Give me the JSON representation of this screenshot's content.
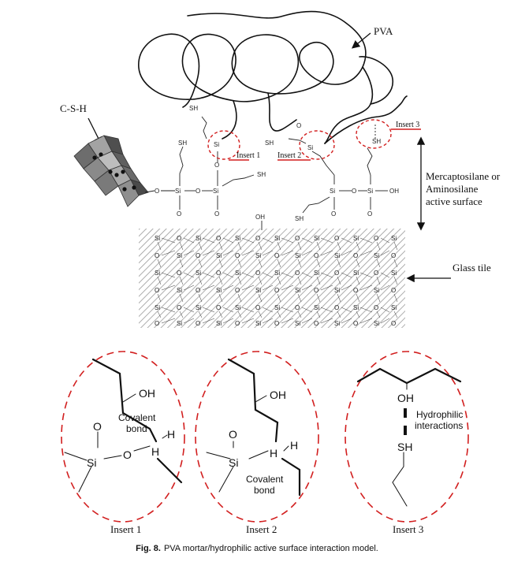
{
  "labels": {
    "pva": "PVA",
    "csh": "C-S-H",
    "insert1": "Insert 1",
    "insert2": "Insert 2",
    "insert3": "Insert 3",
    "active_surface_line1": "Mercaptosilane or",
    "active_surface_line2": "Aminosilane",
    "active_surface_line3": "active surface",
    "glass_tile": "Glass tile"
  },
  "chem": {
    "sh": "SH",
    "si": "Si",
    "o": "O",
    "oh": "OH",
    "h": "H"
  },
  "inserts": {
    "insert1": {
      "covalent_line1": "Covalent",
      "covalent_line2": "bond"
    },
    "insert2": {
      "covalent_line1": "Covalent",
      "covalent_line2": "bond"
    },
    "insert3": {
      "hydrophilic_line1": "Hydrophilic",
      "hydrophilic_line2": "interactions"
    }
  },
  "caption": {
    "figure_label": "Fig. 8.",
    "text": "PVA mortar/hydrophilic active surface interaction model."
  },
  "colors": {
    "dashed_circle": "#d21f1f",
    "insert_marker": "#d21f1f",
    "line": "#111111",
    "hatch": "#9a9a9a"
  }
}
